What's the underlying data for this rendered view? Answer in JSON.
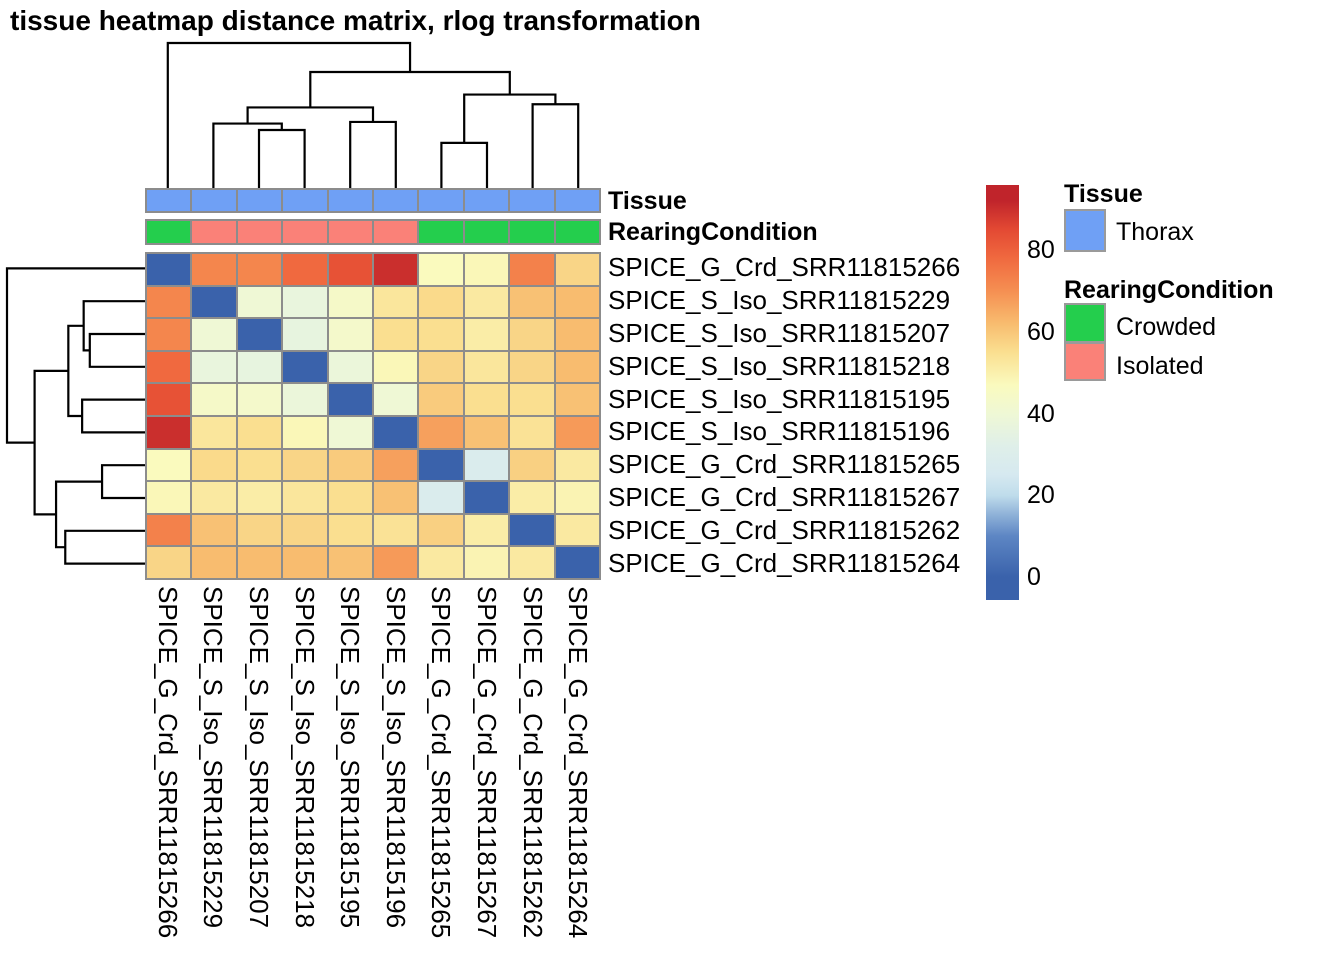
{
  "title": "tissue heatmap distance matrix, rlog transformation",
  "samples": [
    "SPICE_G_Crd_SRR11815266",
    "SPICE_S_Iso_SRR11815229",
    "SPICE_S_Iso_SRR11815207",
    "SPICE_S_Iso_SRR11815218",
    "SPICE_S_Iso_SRR11815195",
    "SPICE_S_Iso_SRR11815196",
    "SPICE_G_Crd_SRR11815265",
    "SPICE_G_Crd_SRR11815267",
    "SPICE_G_Crd_SRR11815262",
    "SPICE_G_Crd_SRR11815264"
  ],
  "annotation_rows": {
    "tissue": {
      "label": "Tissue",
      "values": [
        "Thorax",
        "Thorax",
        "Thorax",
        "Thorax",
        "Thorax",
        "Thorax",
        "Thorax",
        "Thorax",
        "Thorax",
        "Thorax"
      ]
    },
    "rearing": {
      "label": "RearingCondition",
      "values": [
        "Crowded",
        "Isolated",
        "Isolated",
        "Isolated",
        "Isolated",
        "Isolated",
        "Crowded",
        "Crowded",
        "Crowded",
        "Crowded"
      ]
    }
  },
  "annotation_colors": {
    "Thorax": "#6FA0F5",
    "Crowded": "#24CE4D",
    "Isolated": "#FA8178"
  },
  "legend": {
    "tissue_title": "Tissue",
    "thorax_label": "Thorax",
    "rearing_title": "RearingCondition",
    "crowded_label": "Crowded",
    "isolated_label": "Isolated"
  },
  "colorbar": {
    "tick_labels": [
      "80",
      "60",
      "40",
      "20",
      "0"
    ],
    "tick_values": [
      80,
      60,
      40,
      20,
      0
    ]
  },
  "chart_data": {
    "type": "heatmap",
    "title": "tissue heatmap distance matrix, rlog transformation",
    "rows": [
      "SPICE_G_Crd_SRR11815266",
      "SPICE_S_Iso_SRR11815229",
      "SPICE_S_Iso_SRR11815207",
      "SPICE_S_Iso_SRR11815218",
      "SPICE_S_Iso_SRR11815195",
      "SPICE_S_Iso_SRR11815196",
      "SPICE_G_Crd_SRR11815265",
      "SPICE_G_Crd_SRR11815267",
      "SPICE_G_Crd_SRR11815262",
      "SPICE_G_Crd_SRR11815264"
    ],
    "columns": [
      "SPICE_G_Crd_SRR11815266",
      "SPICE_S_Iso_SRR11815229",
      "SPICE_S_Iso_SRR11815207",
      "SPICE_S_Iso_SRR11815218",
      "SPICE_S_Iso_SRR11815195",
      "SPICE_S_Iso_SRR11815196",
      "SPICE_G_Crd_SRR11815265",
      "SPICE_G_Crd_SRR11815267",
      "SPICE_G_Crd_SRR11815262",
      "SPICE_G_Crd_SRR11815264"
    ],
    "matrix": [
      [
        0,
        72,
        72,
        78,
        83,
        90,
        47,
        48,
        73,
        57
      ],
      [
        72,
        0,
        40,
        37,
        44,
        53,
        56,
        52,
        61,
        62
      ],
      [
        72,
        40,
        0,
        36,
        43,
        55,
        55,
        51,
        57,
        62
      ],
      [
        78,
        37,
        36,
        0,
        38,
        48,
        57,
        53,
        57,
        62
      ],
      [
        83,
        44,
        43,
        38,
        0,
        40,
        59,
        55,
        55,
        61
      ],
      [
        90,
        53,
        55,
        48,
        40,
        0,
        67,
        61,
        54,
        68
      ],
      [
        47,
        56,
        55,
        57,
        59,
        67,
        0,
        28,
        58,
        52
      ],
      [
        48,
        52,
        51,
        53,
        55,
        61,
        28,
        0,
        51,
        49
      ],
      [
        73,
        61,
        57,
        57,
        55,
        54,
        58,
        51,
        0,
        52
      ],
      [
        57,
        62,
        62,
        62,
        61,
        68,
        52,
        49,
        52,
        0
      ]
    ],
    "value_range": [
      0,
      92
    ],
    "color_scale": [
      [
        0,
        "#3A62AB"
      ],
      [
        10,
        "#5D86C4"
      ],
      [
        15,
        "#8CAFD7"
      ],
      [
        20,
        "#BFDCEB"
      ],
      [
        25,
        "#D6E9F0"
      ],
      [
        32,
        "#DFEFE9"
      ],
      [
        40,
        "#EFF8D5"
      ],
      [
        47,
        "#FAFABE"
      ],
      [
        55,
        "#FADF90"
      ],
      [
        62,
        "#F8BC6F"
      ],
      [
        70,
        "#F58F52"
      ],
      [
        78,
        "#F0693F"
      ],
      [
        85,
        "#E34933"
      ],
      [
        92,
        "#C0242B"
      ]
    ],
    "dendrogram": {
      "max_height": 90,
      "merges": [
        [
          6,
          7,
          28
        ],
        [
          2,
          3,
          36
        ],
        [
          1,
          "m1",
          40
        ],
        [
          4,
          5,
          41
        ],
        [
          "m2",
          "m3",
          50
        ],
        [
          8,
          9,
          52
        ],
        [
          "m0",
          "m5",
          58
        ],
        [
          "m4",
          "m6",
          72
        ],
        [
          0,
          "m7",
          90
        ]
      ]
    },
    "legend_position": "right",
    "grid": true
  }
}
